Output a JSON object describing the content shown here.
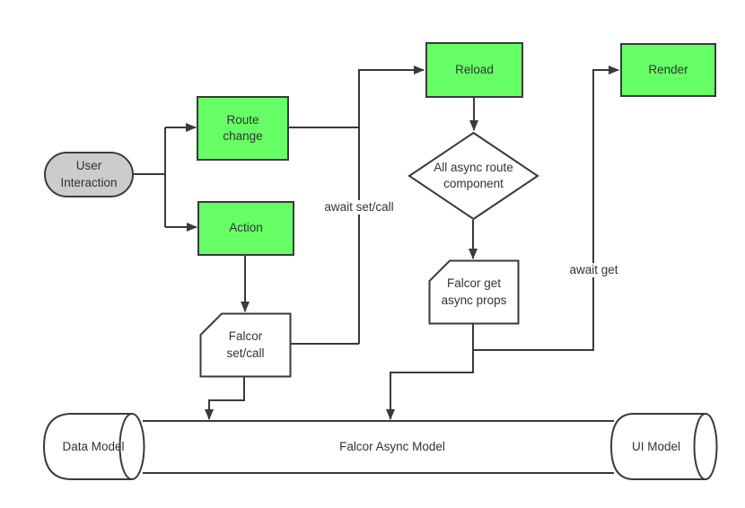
{
  "colors": {
    "green": "#66ff66",
    "gray": "#cccccc",
    "stroke": "#3a3a3a",
    "text": "#333333",
    "bg": "#ffffff"
  },
  "nodes": {
    "user_interaction": "User Interaction",
    "route_change": "Route change",
    "action": "Action",
    "reload": "Reload",
    "render": "Render",
    "all_async_route": "All async route component",
    "falcor_get": "Falcor get async props",
    "falcor_set": "Falcor set/call",
    "data_model": "Data Model",
    "falcor_async_model": "Falcor Async Model",
    "ui_model": "UI Model"
  },
  "edge_labels": {
    "await_set_call": "await set/call",
    "await_get": "await get"
  }
}
